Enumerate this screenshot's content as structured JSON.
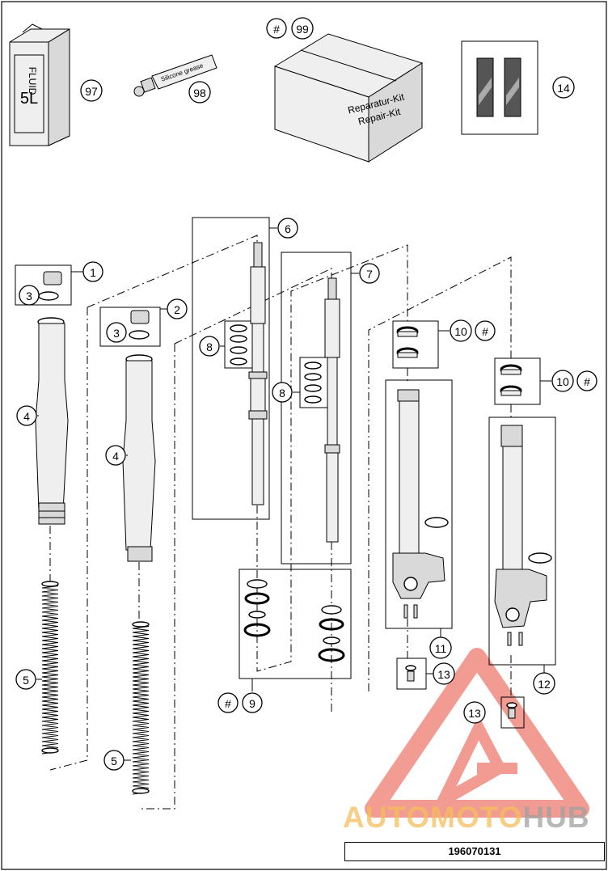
{
  "diagram": {
    "document_number": "196070131",
    "watermark": {
      "part_a": "AUTO",
      "part_b": "MOTO",
      "part_c": "HUB"
    },
    "callouts": [
      {
        "id": "c97",
        "label": "97"
      },
      {
        "id": "c98",
        "label": "98"
      },
      {
        "id": "c99-hash",
        "label": "#"
      },
      {
        "id": "c99",
        "label": "99"
      },
      {
        "id": "c14",
        "label": "14"
      },
      {
        "id": "c6",
        "label": "6"
      },
      {
        "id": "c1",
        "label": "1"
      },
      {
        "id": "c3a",
        "label": "3"
      },
      {
        "id": "c2",
        "label": "2"
      },
      {
        "id": "c3b",
        "label": "3"
      },
      {
        "id": "c7",
        "label": "7"
      },
      {
        "id": "c8a",
        "label": "8"
      },
      {
        "id": "c10a",
        "label": "10"
      },
      {
        "id": "c10a-hash",
        "label": "#"
      },
      {
        "id": "c8b",
        "label": "8"
      },
      {
        "id": "c10b",
        "label": "10"
      },
      {
        "id": "c10b-hash",
        "label": "#"
      },
      {
        "id": "c4a",
        "label": "4"
      },
      {
        "id": "c4b",
        "label": "4"
      },
      {
        "id": "c11",
        "label": "11"
      },
      {
        "id": "c5a",
        "label": "5"
      },
      {
        "id": "c13a",
        "label": "13"
      },
      {
        "id": "c12",
        "label": "12"
      },
      {
        "id": "c9-hash",
        "label": "#"
      },
      {
        "id": "c9",
        "label": "9"
      },
      {
        "id": "c13b",
        "label": "13"
      },
      {
        "id": "c5b",
        "label": "5"
      }
    ],
    "product_labels": {
      "fluid_can": [
        "FLUID",
        "5L"
      ],
      "grease_tube": [
        "Silicone grease"
      ],
      "repair_kit": [
        "Reparatur-Kit",
        "Repair-Kit"
      ]
    },
    "colors": {
      "line": "#000000",
      "watermark_red": "#e84a3c",
      "watermark_orange": "#f4be5a",
      "watermark_gray": "#a0a0a0"
    }
  }
}
